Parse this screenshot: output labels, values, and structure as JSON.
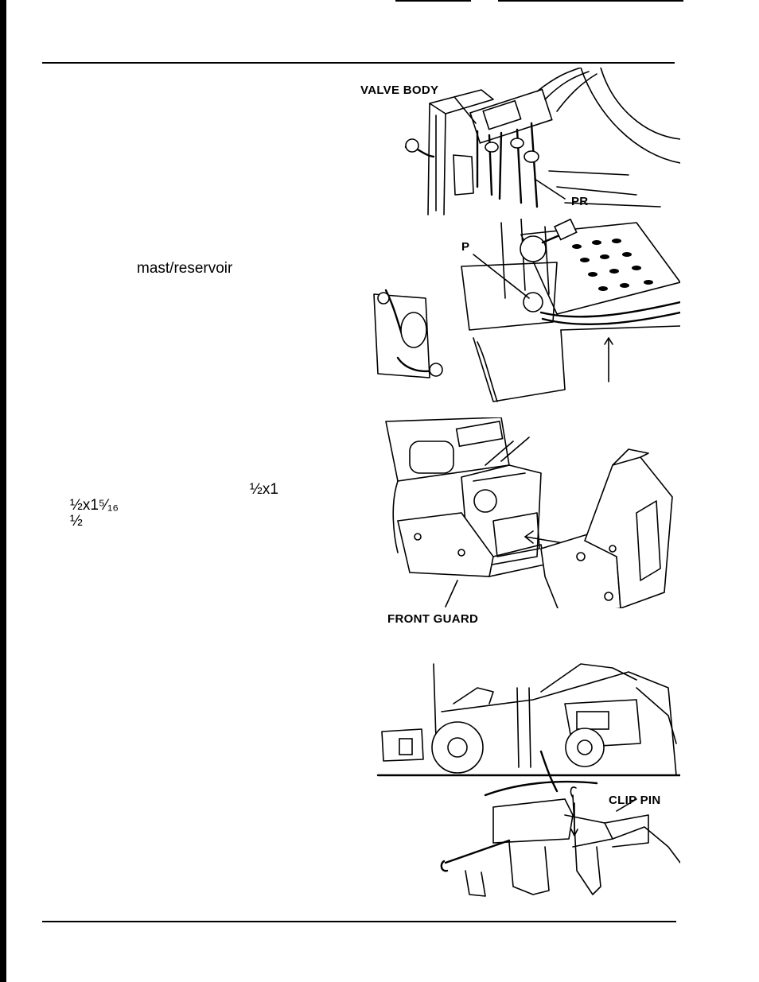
{
  "figures": {
    "valve_body": {
      "label_valve_body": "VALVE BODY",
      "label_pr": "PR"
    },
    "mast_reservoir": {
      "label_p": "P"
    },
    "front_guard": {
      "label_front_guard": "FRONT GUARD"
    },
    "clip_pin": {
      "label_clip_pin": "CLIP PIN"
    }
  },
  "text_fragments": {
    "mast_reservoir": "mast/reservoir",
    "bolt_1": "½x1",
    "bolt_2": "½x1⁵⁄₁₆",
    "bolt_3": "½"
  }
}
